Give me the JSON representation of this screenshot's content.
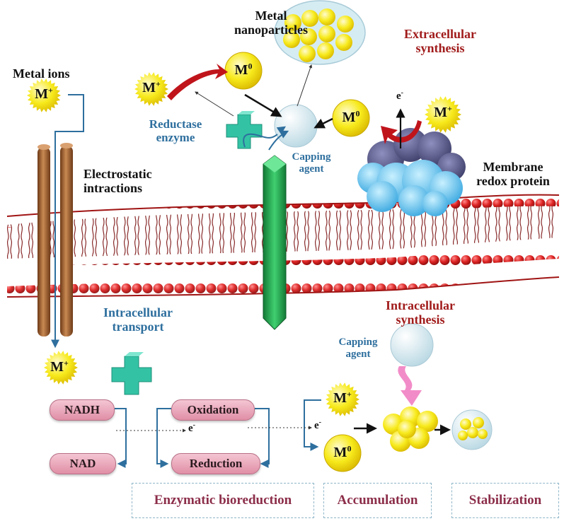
{
  "labels": {
    "metal_nanoparticles": "Metal\nnanoparticles",
    "extracellular_synthesis": "Extracellular\nsynthesis",
    "metal_ions": "Metal ions",
    "reductase_enzyme": "Reductase\nenzyme",
    "capping_agent_top": "Capping\nagent",
    "electrostatic_interactions": "Electrostatic\nintractions",
    "membrane_redox_protein": "Membrane\nredox protein",
    "intracellular_transport": "Intracellular\ntransport",
    "intracellular_synthesis": "Intracellular\nsynthesis",
    "capping_agent_bottom": "Capping\nagent"
  },
  "symbols": {
    "m_plus": "M",
    "plus": "+",
    "m_zero": "M",
    "zero": "0",
    "electron": "e",
    "minus": "-"
  },
  "pathway": {
    "nadh": "NADH",
    "nad": "NAD",
    "oxidation": "Oxidation",
    "reduction": "Reduction"
  },
  "stages": [
    "Enzymatic bioreduction",
    "Accumulation",
    "Stabilization"
  ],
  "colors": {
    "ion_yellow": "#f7ea1c",
    "membrane_red": "#d42020",
    "channel_brown": "#9a5a2c",
    "channel_green": "#2bb35a",
    "enzyme_teal": "#33c3a4",
    "cloud_blue": "#5bc4f0",
    "cloud_purple": "#5a5a8c",
    "capping_blue": "#cfe6ee",
    "arrow_blue": "#2e6f9e",
    "label_red": "#a11b1b",
    "pill_pink": "#e9a7ba"
  }
}
